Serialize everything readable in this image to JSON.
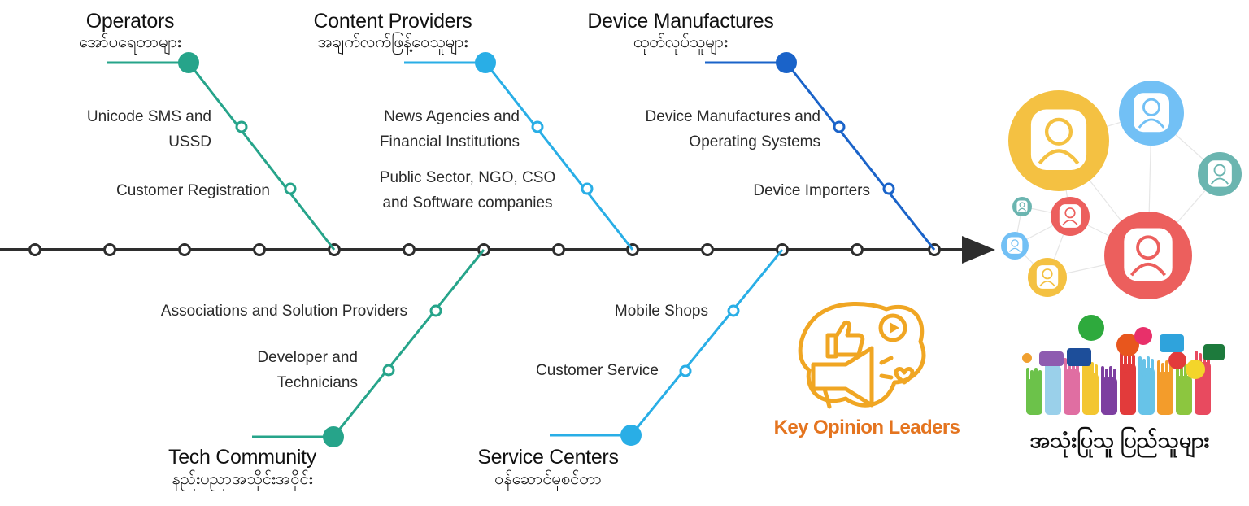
{
  "branches": {
    "operators": {
      "title": "Operators",
      "subtitle": "အော်ပရေတာများ",
      "color": "#26a48a",
      "items": [
        "Unicode SMS and USSD",
        "Customer Registration"
      ]
    },
    "content_providers": {
      "title": "Content Providers",
      "subtitle": "အချက်လက်ဖြန့်ဝေသူများ",
      "color": "#29aee6",
      "items": [
        "News Agencies and Financial Institutions",
        "Public Sector, NGO, CSO and Software companies"
      ]
    },
    "device_manufactures": {
      "title": "Device Manufactures",
      "subtitle": "ထုတ်လုပ်သူများ",
      "color": "#1a63c9",
      "items": [
        "Device Manufactures and Operating Systems",
        "Device Importers"
      ]
    },
    "tech_community": {
      "title": "Tech Community",
      "subtitle": "နည်းပညာအသိုင်းအဝိုင်း",
      "color": "#26a48a",
      "items": [
        "Associations and Solution Providers",
        "Developer and Technicians"
      ]
    },
    "service_centers": {
      "title": "Service Centers",
      "subtitle": "ဝန်ဆောင်မှုစင်တာ",
      "color": "#29aee6",
      "items": [
        "Mobile Shops",
        "Customer Service"
      ]
    }
  },
  "labels": {
    "op_item1_line1": "Unicode SMS and",
    "op_item1_line2": "USSD",
    "op_item2": "Customer Registration",
    "cp_item1_line1": "News Agencies and",
    "cp_item1_line2": "Financial Institutions",
    "cp_item2_line1": "Public Sector, NGO, CSO",
    "cp_item2_line2": "and Software companies",
    "dm_item1_line1": "Device Manufactures and",
    "dm_item1_line2": "Operating Systems",
    "dm_item2": "Device Importers",
    "tc_item1": "Associations and Solution Providers",
    "tc_item2_line1": "Developer and",
    "tc_item2_line2": "Technicians",
    "sc_item1": "Mobile Shops",
    "sc_item2": "Customer Service"
  },
  "key_opinion_leaders": "Key Opinion Leaders",
  "users_label": "အသုံးပြုသူ ပြည်သူများ",
  "icons": {
    "spine_arrow": "arrow-right-icon",
    "kol": "megaphone-icon",
    "network": "user-network-icon",
    "crowd": "raised-hands-icon"
  },
  "colors": {
    "spine": "#2e2e2e",
    "kol": "#f0a623",
    "kol_text": "#e4741f"
  }
}
